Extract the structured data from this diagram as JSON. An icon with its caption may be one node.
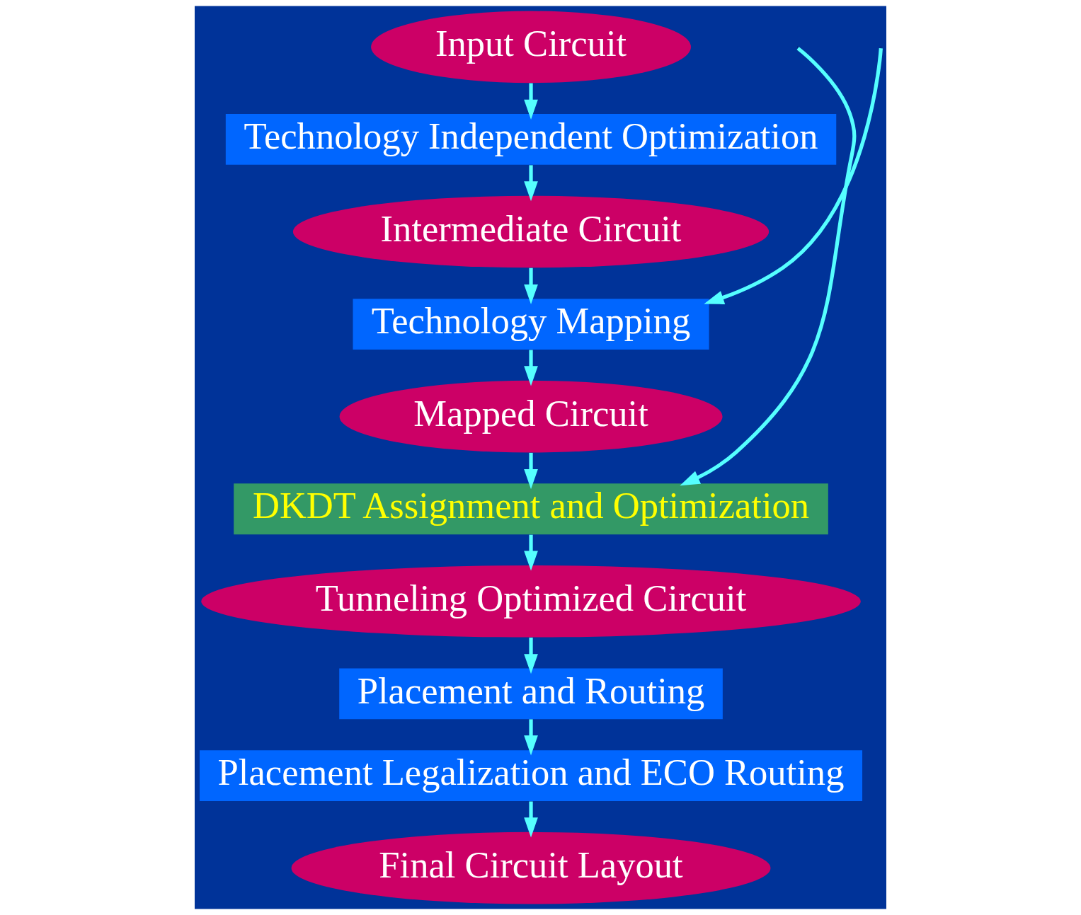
{
  "diagram": {
    "nodes": [
      {
        "text": [
          "Input Circuit"
        ]
      },
      {
        "text": [
          "Technology Independent Optimization"
        ]
      },
      {
        "text": [
          "Intermediate Circuit"
        ]
      },
      {
        "text": [
          "Technology Mapping"
        ]
      },
      {
        "text": [
          "Mapped Circuit"
        ]
      },
      {
        "text": [
          "DKDT Assignment and Optimization"
        ]
      },
      {
        "text": [
          "Tunneling Optimized Circuit"
        ]
      },
      {
        "text": [
          "Placement and Routing"
        ]
      },
      {
        "text": [
          "Placement Legalization and ECO Routing"
        ]
      },
      {
        "text": [
          "Final Circuit Layout"
        ]
      }
    ],
    "edges": [
      {
        "from": 0,
        "to": 1,
        "arrow": "to"
      },
      {
        "from": 1,
        "to": 2,
        "arrow": "to"
      },
      {
        "from": 2,
        "to": 3,
        "arrow": "to"
      },
      {
        "from": 3,
        "to": 4,
        "arrow": "to"
      },
      {
        "from": 4,
        "to": 5,
        "arrow": "to"
      },
      {
        "from": 5,
        "to": 6,
        "arrow": "to"
      },
      {
        "from": 6,
        "to": 7,
        "arrow": "to"
      },
      {
        "from": 7,
        "to": 8,
        "arrow": "to"
      },
      {
        "from": 8,
        "to": 9,
        "arrow": "to"
      },
      {
        "from": null,
        "to": 5,
        "arrow": "to"
      },
      {
        "from": null,
        "to": 3,
        "arrow": "to"
      }
    ]
  }
}
